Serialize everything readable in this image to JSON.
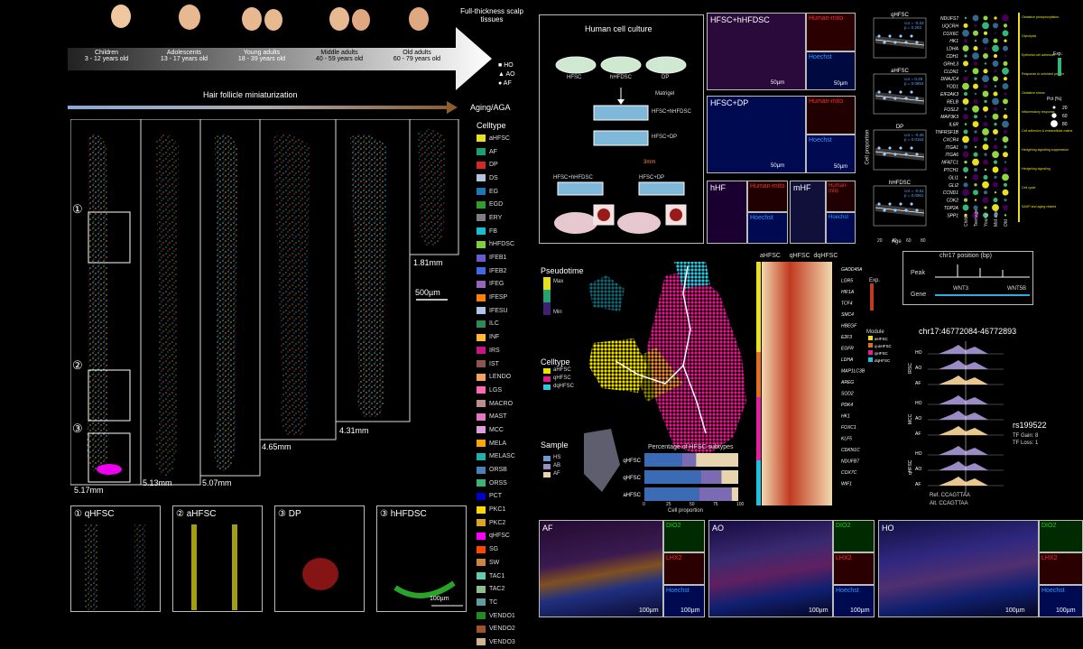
{
  "timeline": {
    "title": "Full-thickness scalp tissues",
    "groups": [
      {
        "name": "Children",
        "range": "3 - 12 years old"
      },
      {
        "name": "Adolescents",
        "range": "13 - 17 years old"
      },
      {
        "name": "Young adults",
        "range": "18 - 39 years old"
      },
      {
        "name": "Middle adults",
        "range": "40 - 59 years old"
      },
      {
        "name": "Old adults",
        "range": "60 - 79 years old"
      }
    ],
    "markers": [
      "HO",
      "AO",
      "AF"
    ],
    "miniaturization": "Hair follicle miniaturization",
    "aging": "Aging/AGA"
  },
  "spatial": {
    "lengths": [
      "5.17mm",
      "5.13mm",
      "5.07mm",
      "4.65mm",
      "4.31mm",
      "1.81mm"
    ],
    "scalebar": "500µm",
    "circles": [
      "①",
      "②",
      "③"
    ],
    "zooms": [
      {
        "num": "①",
        "label": "qHFSC"
      },
      {
        "num": "②",
        "label": "aHFSC"
      },
      {
        "num": "③",
        "label": "DP"
      },
      {
        "num": "③",
        "label": "hHFDSC"
      }
    ],
    "zoom_scalebar": "100µm"
  },
  "celltype_legend": {
    "title": "Celltype",
    "items": [
      {
        "name": "aHFSC",
        "color": "#e8e020"
      },
      {
        "name": "AF",
        "color": "#1b9e77"
      },
      {
        "name": "DP",
        "color": "#d62728"
      },
      {
        "name": "DS",
        "color": "#b0c4de"
      },
      {
        "name": "EG",
        "color": "#1f77b4"
      },
      {
        "name": "EGD",
        "color": "#2ca02c"
      },
      {
        "name": "ERY",
        "color": "#7f7f7f"
      },
      {
        "name": "FB",
        "color": "#17becf"
      },
      {
        "name": "hHFDSC",
        "color": "#7fd13b"
      },
      {
        "name": "IFEB1",
        "color": "#6a5acd"
      },
      {
        "name": "IFEB2",
        "color": "#4169e1"
      },
      {
        "name": "IFEG",
        "color": "#9467bd"
      },
      {
        "name": "IFESP",
        "color": "#ff7f0e"
      },
      {
        "name": "IFESU",
        "color": "#aec7e8"
      },
      {
        "name": "ILC",
        "color": "#2e8b57"
      },
      {
        "name": "INF",
        "color": "#ffbb33"
      },
      {
        "name": "IRS",
        "color": "#c71585"
      },
      {
        "name": "IST",
        "color": "#8c564b"
      },
      {
        "name": "LENDO",
        "color": "#f4a460"
      },
      {
        "name": "LGS",
        "color": "#ff69b4"
      },
      {
        "name": "MACRO",
        "color": "#bc8f8f"
      },
      {
        "name": "MAST",
        "color": "#e377c2"
      },
      {
        "name": "MCC",
        "color": "#dda0dd"
      },
      {
        "name": "MELA",
        "color": "#ffa500"
      },
      {
        "name": "MELASC",
        "color": "#20b2aa"
      },
      {
        "name": "ORSB",
        "color": "#4682b4"
      },
      {
        "name": "ORSS",
        "color": "#3cb371"
      },
      {
        "name": "PCT",
        "color": "#0000cd"
      },
      {
        "name": "PKC1",
        "color": "#ffd700"
      },
      {
        "name": "PKC2",
        "color": "#daa520"
      },
      {
        "name": "qHFSC",
        "color": "#ff00ff"
      },
      {
        "name": "SG",
        "color": "#ff4500"
      },
      {
        "name": "SW",
        "color": "#cd853f"
      },
      {
        "name": "TAC1",
        "color": "#66cdaa"
      },
      {
        "name": "TAC2",
        "color": "#8fbc8f"
      },
      {
        "name": "TC",
        "color": "#5f9ea0"
      },
      {
        "name": "VENDO1",
        "color": "#228b22"
      },
      {
        "name": "VENDO2",
        "color": "#a0522d"
      },
      {
        "name": "VENDO3",
        "color": "#d2b48c"
      }
    ]
  },
  "culture": {
    "title": "Human cell culture",
    "dishes": [
      "HFSC",
      "hHFDSC",
      "DP"
    ],
    "matrigel": "Matrigel",
    "combo1": "HFSC+hHFDSC",
    "combo2": "HFSC+DP",
    "size": "3mm",
    "bottom": [
      "HFSC+hHFDSC",
      "HFSC+DP"
    ]
  },
  "micro": {
    "p1": "HFSC+hHFDSC",
    "p2": "HFSC+DP",
    "p3": "hHF",
    "p4": "mHF",
    "red": "Human-mito",
    "blue": "Hoechst",
    "scale": "50µm"
  },
  "age_plots": {
    "panels": [
      {
        "title": "qHFSC",
        "stat": "cor = -0.22\np = 0.203"
      },
      {
        "title": "aHFSC",
        "stat": "cor = 0.29\np = 0.0854"
      },
      {
        "title": "DP",
        "stat": "cor = -0.26\np = 0.0154"
      },
      {
        "title": "hHFDSC",
        "stat": "cor = -0.51\np = 0.0061"
      }
    ],
    "ylabel": "Cell proportion",
    "xlabel": "Age",
    "xticks": [
      "20",
      "40",
      "60",
      "80"
    ]
  },
  "dotplot": {
    "genes": [
      "NDUFS7",
      "UQCRH",
      "COX6C",
      "HK1",
      "LDHA",
      "CDH1",
      "GRHL3",
      "CLDN1",
      "DNAJC4",
      "YOD1",
      "EIF2AK3",
      "RELB",
      "FOSL2",
      "MAP3K3",
      "IL6R",
      "TNFRSF1B",
      "CXCR4",
      "ITGA1",
      "ITGA6",
      "NFATC1",
      "PTCH1",
      "GLI1",
      "GLI2",
      "CCND1",
      "CDK2",
      "TOP2A",
      "SPP1"
    ],
    "groups": [
      "Child",
      "Teenage",
      "Young",
      "Mid age",
      "Old"
    ],
    "categories": [
      "Oxidative phosphorylation",
      "Glycolysis",
      "Epithelial cell adhesion",
      "Response to unfolded protein",
      "Oxidative stress",
      "Inflammatory response",
      "Cell adhesion & extracellular matrix",
      "Hedgehog signaling suppression",
      "Hedgehog signaling",
      "Cell cycle",
      "SASP and aging related"
    ],
    "exp_label": "Exp.",
    "pct_label": "Pct (%)",
    "pct": [
      "20",
      "60",
      "80"
    ]
  },
  "pseudo": {
    "title": "Pseudotime",
    "max": "Max",
    "min": "Min",
    "celltype": "Celltype",
    "types": [
      "aHFSC",
      "qHFSC",
      "dqHFSC"
    ],
    "sample": "Sample",
    "samples": [
      "HS",
      "AB",
      "AF"
    ]
  },
  "bars": {
    "title": "Percentage of HFSC subtypes",
    "xlabel": "Cell proportion",
    "rows": [
      {
        "name": "dqHFSC",
        "values": [
          40,
          15,
          45
        ]
      },
      {
        "name": "qHFSC",
        "values": [
          60,
          22,
          18
        ]
      },
      {
        "name": "aHFSC",
        "values": [
          58,
          35,
          7
        ]
      }
    ],
    "xticks": [
      "0",
      "25",
      "50",
      "75",
      "100"
    ],
    "colors": [
      "#3b6bb5",
      "#7b6bb5",
      "#e8d5b0"
    ]
  },
  "heatmap": {
    "top": [
      "aHFSC",
      "qHFSC",
      "dqHFSC"
    ],
    "genes": [
      "GADD45A",
      "LGR5",
      "HIF1A",
      "TCF4",
      "SMC4",
      "HBEGF",
      "E2F3",
      "EGFR",
      "LDHA",
      "MAP1LC3B",
      "AREG",
      "SOD2",
      "PDK4",
      "HK1",
      "FOXC1",
      "KLF5",
      "CDKN1C",
      "NDUFB7",
      "COX7C",
      "WIF1"
    ],
    "exp": "Exp.",
    "module": "Module",
    "modules": [
      {
        "name": "aHFSC",
        "color": "#e8e020"
      },
      {
        "name": "q-aHFSC",
        "color": "#e07020"
      },
      {
        "name": "qHFSC",
        "color": "#e020a0"
      },
      {
        "name": "dqHFSC",
        "color": "#20c0e0"
      }
    ]
  },
  "tracks": {
    "title": "chr17 position (bp)",
    "peak": "Peak",
    "gene": "Gene",
    "genes": [
      "WNT3",
      "WNT5B"
    ],
    "region": "chr17:46772084-46772893",
    "rows": [
      "HO",
      "AO",
      "AF"
    ],
    "cells": [
      "IRSC",
      "MCC",
      "qHFSC"
    ],
    "snp": "rs199522",
    "tf_gain": "TF Gain: 8",
    "tf_loss": "TF Loss: 1",
    "ref": "Ref.  CCAGTTAA",
    "alt": "Alt.  CCAGTTAA"
  },
  "bottom_panels": [
    {
      "label": "AF",
      "scale": "100µm"
    },
    {
      "label": "AO",
      "scale": "100µm"
    },
    {
      "label": "HO",
      "scale": "100µm"
    }
  ],
  "bottom_channels": [
    "DIO2",
    "LHX2",
    "Hoechst"
  ]
}
